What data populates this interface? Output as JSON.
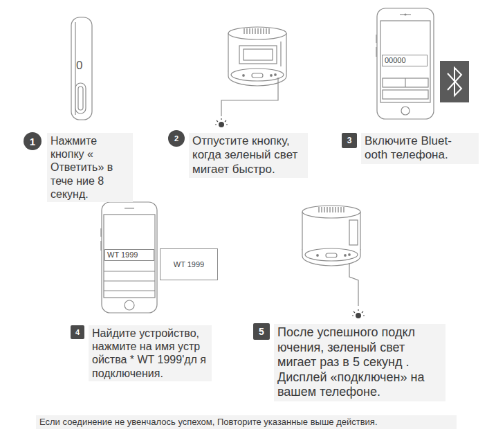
{
  "diagram": {
    "nodes": [
      {
        "text": [
          "00000"
        ]
      },
      {
        "text": [
          "1"
        ]
      },
      {
        "text": [
          "Нажмите кнопку « Ответить» в тече ние 8 секунд."
        ]
      },
      {
        "text": [
          "2"
        ]
      },
      {
        "text": [
          "Отпустите кнопку, когда зеленый свет мигает быстро."
        ]
      },
      {
        "text": [
          "3"
        ]
      },
      {
        "text": [
          "Включите Bluet- ooth телефона."
        ]
      },
      {
        "text": [
          "WT 1999"
        ]
      },
      {
        "text": [
          "WT 1999"
        ]
      },
      {
        "text": [
          "4"
        ]
      },
      {
        "text": [
          "Найдите устройство, нажмите на имя устр ойства * WT 1999'дл я подключения."
        ]
      },
      {
        "text": [
          "5"
        ]
      },
      {
        "text": [
          "После успешного подкл ючения, зеленый свет мигает раз в 5 секунд . Дисплей «подключен» на вашем телефоне."
        ]
      },
      {
        "text": [
          "Если соединение не увенчалось успехом, Повторите указанные выше действия."
        ]
      }
    ],
    "labels": [
      "0"
    ]
  }
}
